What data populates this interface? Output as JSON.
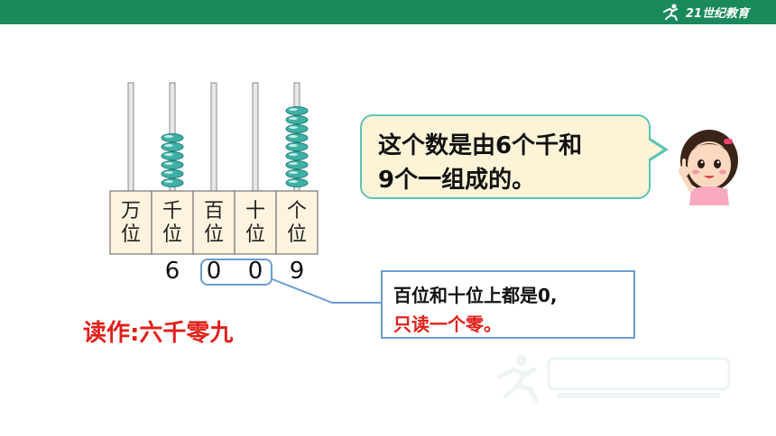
{
  "header": {
    "logo_text": "21世纪教育"
  },
  "abacus": {
    "places": [
      {
        "char1": "万",
        "char2": "位",
        "beads": 0
      },
      {
        "char1": "千",
        "char2": "位",
        "beads": 6
      },
      {
        "char1": "百",
        "char2": "位",
        "beads": 0
      },
      {
        "char1": "十",
        "char2": "位",
        "beads": 0
      },
      {
        "char1": "个",
        "char2": "位",
        "beads": 9
      }
    ],
    "digits": [
      "6",
      "0",
      "0",
      "9"
    ],
    "bead_color": "#3fb0a6"
  },
  "speech_bubble": {
    "line1": "这个数是由6个千和",
    "line2": "9个一组成的。"
  },
  "note": {
    "line1": "百位和十位上都是0,",
    "line2": "只读一个零。"
  },
  "reading": {
    "text": "读作:六千零九"
  },
  "colors": {
    "header_bar": "#1a8a5c",
    "red_text": "#e0201a",
    "bubble_fill": "#fdf4d8",
    "bubble_border": "#5fc4b5",
    "note_border": "#6b9bd1"
  }
}
